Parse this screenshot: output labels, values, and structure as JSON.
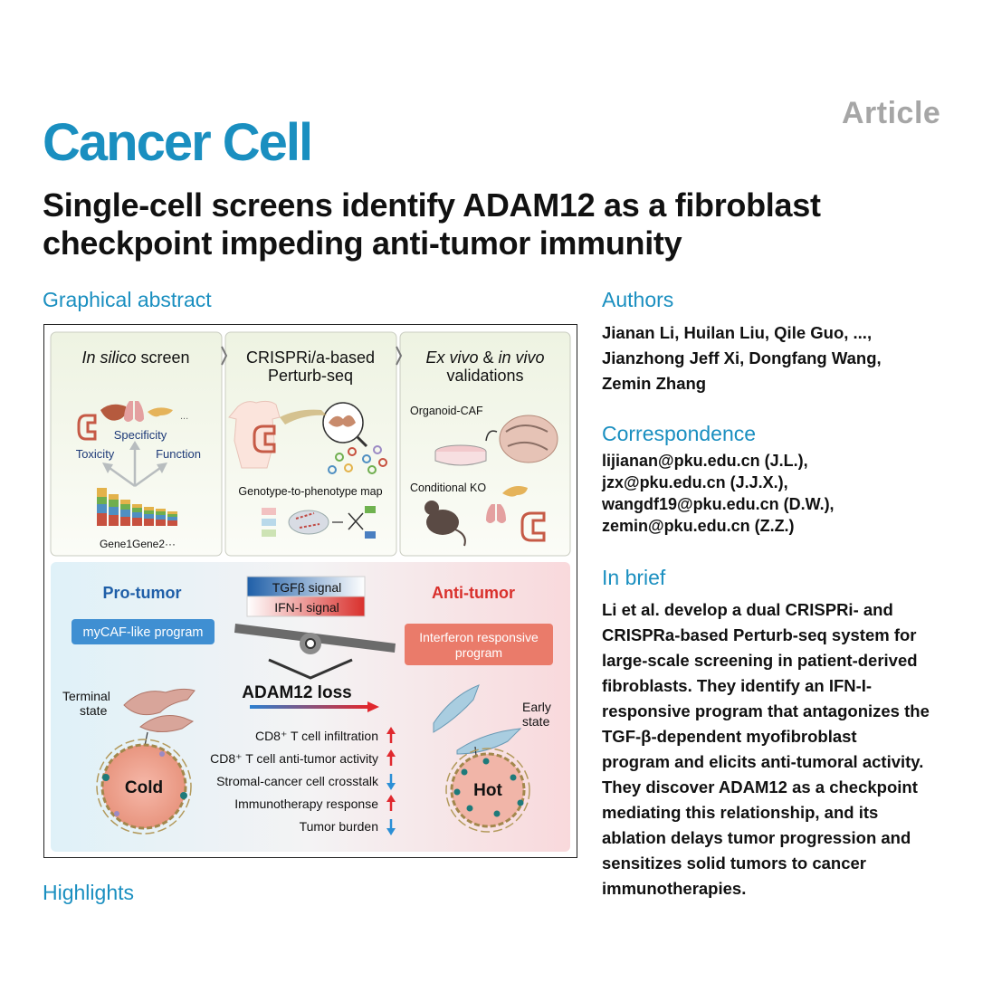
{
  "header": {
    "article_type": "Article",
    "journal": "Cancer Cell",
    "title": "Single-cell screens identify ADAM12 as a fibroblast checkpoint impeding anti-tumor immunity"
  },
  "sections": {
    "graphical_abstract": "Graphical abstract",
    "highlights": "Highlights",
    "authors": "Authors",
    "correspondence": "Correspondence",
    "in_brief": "In brief"
  },
  "authors_lines": [
    "Jianan Li, Huilan Liu, Qile Guo, ...,",
    "Jianzhong Jeff Xi, Dongfang Wang,",
    "Zemin Zhang"
  ],
  "correspondence_lines": [
    "lijianan@pku.edu.cn (J.L.),",
    "jzx@pku.edu.cn (J.J.X.),",
    "wangdf19@pku.edu.cn (D.W.),",
    "zemin@pku.edu.cn (Z.Z.)"
  ],
  "in_brief_lines": [
    "Li et al. develop a dual CRISPRi- and",
    "CRISPRa-based Perturb-seq system for",
    "large-scale screening in patient-derived",
    "fibroblasts. They identify an IFN-I-",
    "responsive program that antagonizes the",
    "TGF-β-dependent myofibroblast",
    "program and elicits anti-tumoral activity.",
    "They discover ADAM12 as a checkpoint",
    "mediating this relationship, and its",
    "ablation delays tumor progression and",
    "sensitizes solid tumors to cancer",
    "immunotherapies."
  ],
  "ga": {
    "panel1_title_italic": "In silico",
    "panel1_title_rest": " screen",
    "panel1_specificity": "Specificity",
    "panel1_toxicity": "Toxicity",
    "panel1_function": "Function",
    "panel1_genes": "Gene1Gene2···",
    "panel1_ellipsis": "...",
    "panel2_title_1": "CRISPRi/a-based",
    "panel2_title_2": "Perturb-seq",
    "panel2_map": "Genotype-to-phenotype map",
    "panel3_title_italic1": "Ex vivo",
    "panel3_title_mid": " & ",
    "panel3_title_italic2": "in vivo",
    "panel3_title_2": "validations",
    "panel3_organoid": "Organoid-CAF",
    "panel3_ko": "Conditional KO",
    "pro_tumor": "Pro-tumor",
    "anti_tumor": "Anti-tumor",
    "tgfb_signal": "TGFβ signal",
    "ifn_signal": "IFN-I signal",
    "mycaf": "myCAF-like program",
    "ifn_program_1": "Interferon responsive",
    "ifn_program_2": "program",
    "terminal_1": "Terminal",
    "terminal_2": "state",
    "early_1": "Early",
    "early_2": "state",
    "adam12_loss": "ADAM12 loss",
    "cold": "Cold",
    "hot": "Hot",
    "effects": [
      {
        "label": "CD8⁺ T cell infiltration",
        "direction": "up"
      },
      {
        "label": "CD8⁺ T cell anti-tumor activity",
        "direction": "up"
      },
      {
        "label": "Stromal-cancer cell crosstalk",
        "direction": "down"
      },
      {
        "label": "Immunotherapy response",
        "direction": "up"
      },
      {
        "label": "Tumor burden",
        "direction": "down"
      }
    ],
    "colors": {
      "up": "#e0282e",
      "down": "#2b8fd6",
      "pro_tumor": "#1f5fa8",
      "anti_tumor": "#d9302c"
    }
  }
}
